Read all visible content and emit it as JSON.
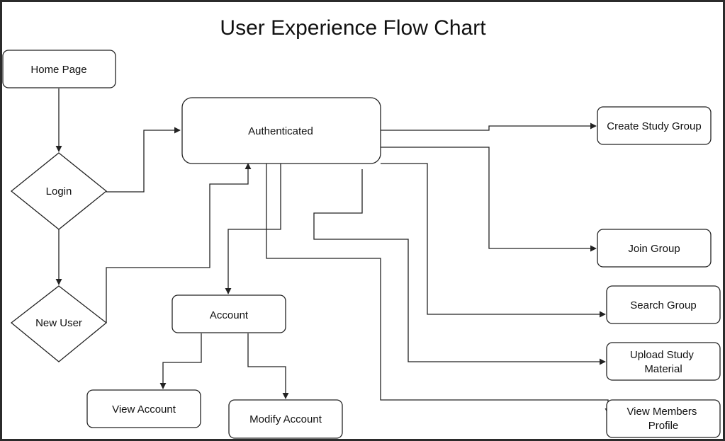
{
  "diagram": {
    "title": "User Experience Flow Chart",
    "nodes": {
      "home": "Home Page",
      "login": "Login",
      "new_user": "New User",
      "authenticated": "Authenticated",
      "account": "Account",
      "view_account": "View Account",
      "modify_account": "Modify Account",
      "create_study_group": "Create Study Group",
      "join_group": "Join Group",
      "search_group": "Search Group",
      "upload_study_material": [
        "Upload Study",
        "Material"
      ],
      "view_members_profile": [
        "View Members",
        "Profile"
      ]
    }
  }
}
